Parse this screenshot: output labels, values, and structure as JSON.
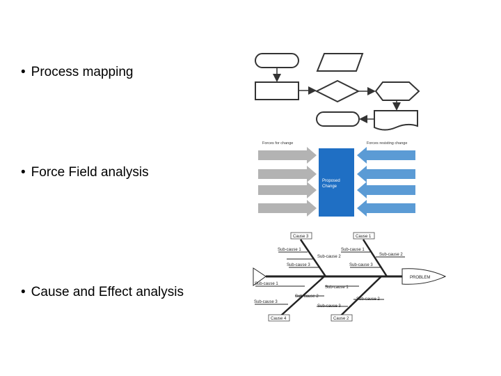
{
  "bullets": [
    {
      "text": "Process mapping"
    },
    {
      "text": "Force Field analysis"
    },
    {
      "text": "Cause and Effect analysis"
    }
  ],
  "force_field": {
    "left_heading": "Forces for change",
    "right_heading": "Forces resisting change",
    "center_label_line1": "Proposed",
    "center_label_line2": "Change",
    "colors": {
      "for": "#b3b3b3",
      "against": "#5b9bd5",
      "center": "#1f6fc4"
    }
  },
  "fishbone": {
    "problem": "PROBLEM",
    "cause_top_left": "Cause 3",
    "cause_top_right": "Cause 1",
    "cause_bottom_left": "Cause 4",
    "cause_bottom_right": "Cause 2",
    "sub_tl_1": "Sub-cause 1",
    "sub_tl_2": "Sub-cause 2",
    "sub_tl_3": "Sub-cause 3",
    "sub_tr_1": "Sub-cause 1",
    "sub_tr_2": "Sub-cause 2",
    "sub_tr_3": "Sub-cause 3",
    "sub_bl_1": "Sub-cause 1",
    "sub_bl_2": "Sub-cause 2",
    "sub_bl_3": "Sub-cause 3",
    "sub_br_1": "Sub-cause 1",
    "sub_br_2": "Sub-cause 2",
    "sub_br_3": "Sub-cause 3"
  }
}
